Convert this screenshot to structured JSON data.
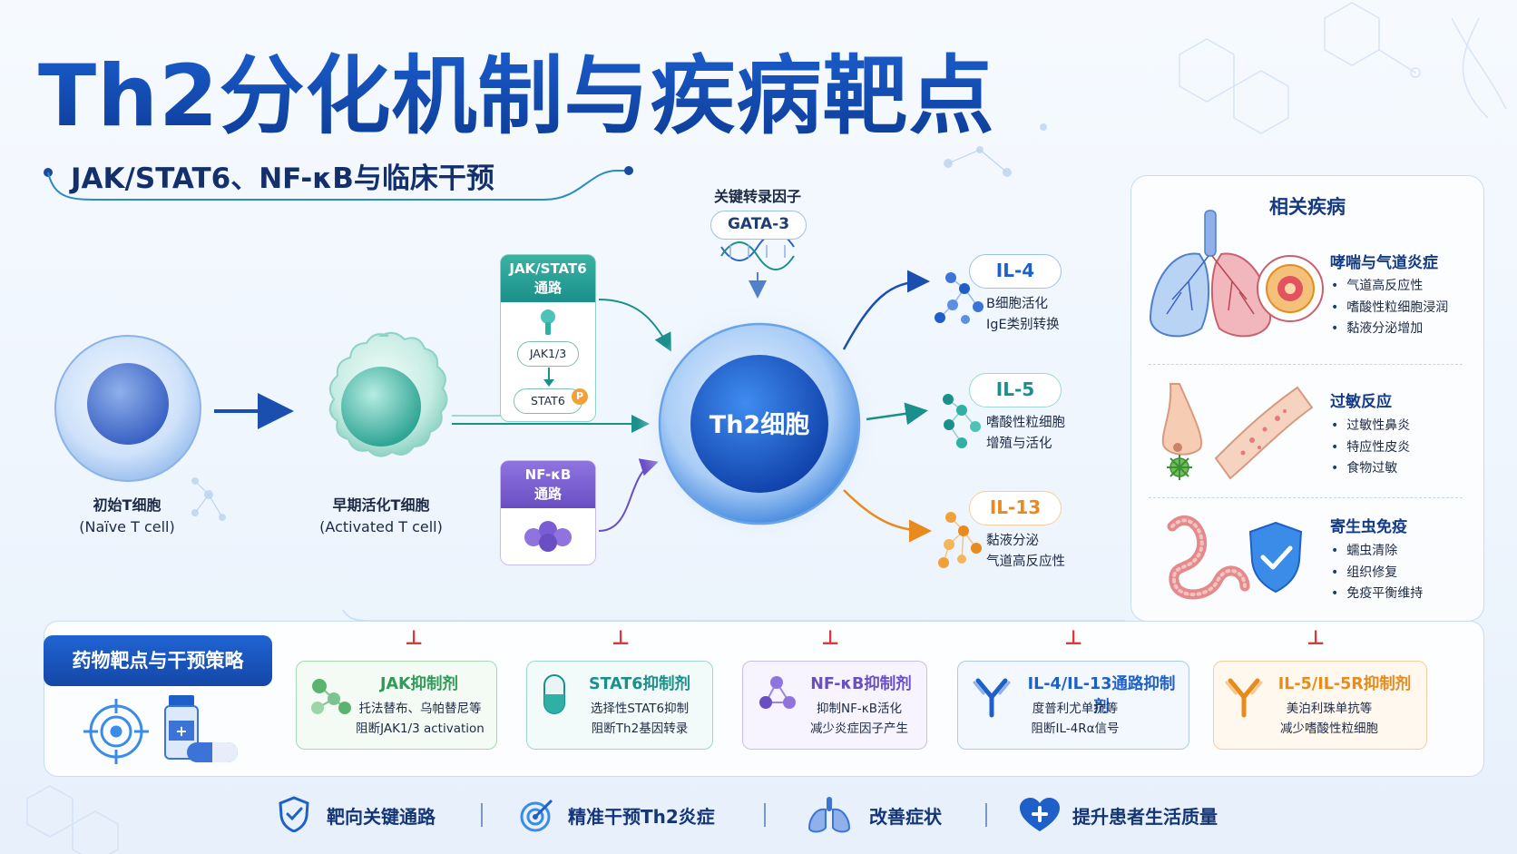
{
  "title": "Th2分化机制与疾病靶点",
  "subtitle": "JAK/STAT6、NF-κB与临床干预",
  "cells": {
    "naive": {
      "name": "初始T细胞",
      "en": "(Naïve T cell)"
    },
    "activated": {
      "name": "早期活化T细胞",
      "en": "(Activated T cell)"
    },
    "th2": {
      "name": "Th2细胞"
    }
  },
  "pathways": {
    "jak": {
      "title_line1": "JAK/STAT6",
      "title_line2": "通路",
      "node1": "JAK1/3",
      "node2": "STAT6",
      "badge": "P"
    },
    "nfkb": {
      "title_line1": "NF-κB",
      "title_line2": "通路"
    }
  },
  "transcription_factor": {
    "label": "关键转录因子",
    "name": "GATA-3"
  },
  "cytokines": [
    {
      "name": "IL-4",
      "desc1": "B细胞活化",
      "desc2": "IgE类别转换",
      "color": "#1f5fc8"
    },
    {
      "name": "IL-5",
      "desc1": "嗜酸性粒细胞",
      "desc2": "增殖与活化",
      "color": "#1a8f8b"
    },
    {
      "name": "IL-13",
      "desc1": "黏液分泌",
      "desc2": "气道高反应性",
      "color": "#e98a1c"
    }
  ],
  "diseases": {
    "title": "相关疾病",
    "groups": [
      {
        "name": "哮喘与气道炎症",
        "items": [
          "气道高反应性",
          "嗜酸性粒细胞浸润",
          "黏液分泌增加"
        ]
      },
      {
        "name": "过敏反应",
        "items": [
          "过敏性鼻炎",
          "特应性皮炎",
          "食物过敏"
        ]
      },
      {
        "name": "寄生虫免疫",
        "items": [
          "蠕虫清除",
          "组织修复",
          "免疫平衡维持"
        ]
      }
    ]
  },
  "drugs": {
    "panel_title": "药物靶点与干预策略",
    "tee_symbol": "⊥",
    "cards": [
      {
        "name": "JAK抑制剂",
        "desc1": "托法替布、乌帕替尼等",
        "desc2": "阻断JAK1/3 activation",
        "color": "#2e9b56",
        "bg": "#f3fbf4",
        "border": "#a7d9b4"
      },
      {
        "name": "STAT6抑制剂",
        "desc1": "选择性STAT6抑制",
        "desc2": "阻断Th2基因转录",
        "color": "#1a8f8b",
        "bg": "#f2fbfa",
        "border": "#9fd6d0"
      },
      {
        "name": "NF-κB抑制剂",
        "desc1": "抑制NF-κB活化",
        "desc2": "减少炎症因子产生",
        "color": "#6a4fc4",
        "bg": "#f7f4ff",
        "border": "#c9bdf0"
      },
      {
        "name": "IL-4/IL-13通路抑制剂",
        "desc1": "度普利尤单抗等",
        "desc2": "阻断IL-4Rα信号",
        "color": "#1f5fc8",
        "bg": "#f3f8ff",
        "border": "#adc9ef"
      },
      {
        "name": "IL-5/IL-5R抑制剂",
        "desc1": "美泊利珠单抗等",
        "desc2": "减少嗜酸性粒细胞",
        "color": "#e98a1c",
        "bg": "#fff8ef",
        "border": "#f4cf9e"
      }
    ]
  },
  "footer": [
    {
      "text": "靶向关键通路",
      "icon": "shield-icon"
    },
    {
      "text": "精准干预Th2炎症",
      "icon": "target-icon"
    },
    {
      "text": "改善症状",
      "icon": "lungs-icon"
    },
    {
      "text": "提升患者生活质量",
      "icon": "heart-plus-icon"
    }
  ],
  "colors": {
    "primary": "#1548a8",
    "teal": "#1a8f8b",
    "purple": "#6a4fc4",
    "orange": "#e98a1c",
    "red": "#d83a3a"
  }
}
